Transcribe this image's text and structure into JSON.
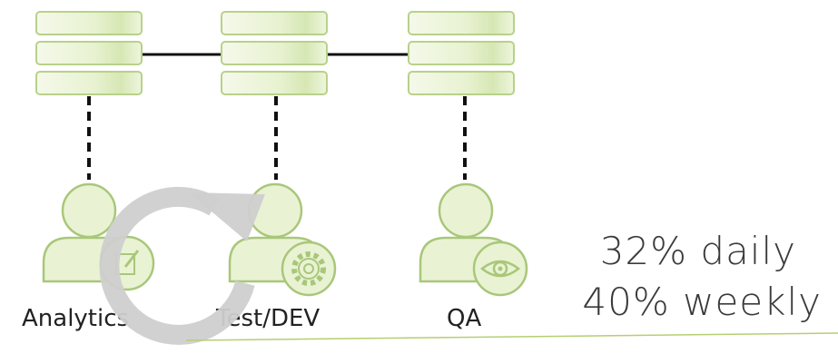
{
  "nodes": [
    {
      "label": "Analytics",
      "badge": "edit-icon"
    },
    {
      "label": "Test/DEV",
      "badge": "gear-icon"
    },
    {
      "label": "QA",
      "badge": "eye-icon"
    }
  ],
  "stats": {
    "daily": "32% daily",
    "weekly": "40% weekly"
  },
  "colors": {
    "server_fill": "#e9f3d3",
    "server_stroke": "#b9d18a",
    "person_fill": "#e9f3d3",
    "person_stroke": "#a9c77a",
    "refresh": "#cfcfcf",
    "line": "#111111",
    "accent_line": "#b6cf6f"
  }
}
